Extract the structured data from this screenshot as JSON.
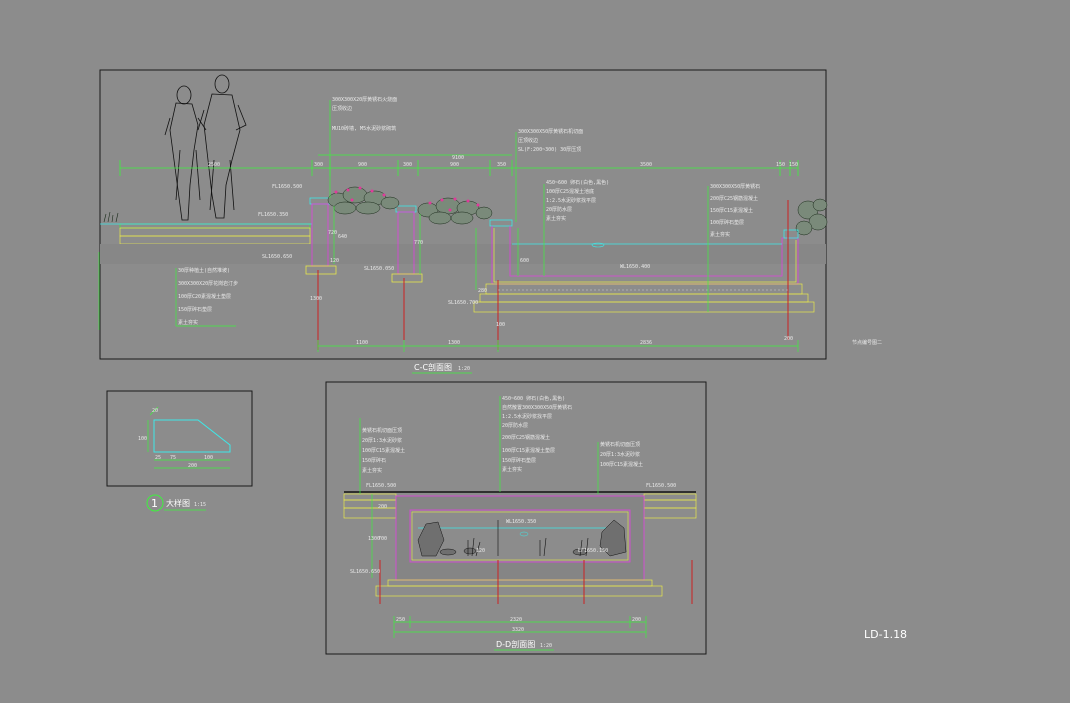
{
  "sheet_number": "LD-1.18",
  "section_cc": {
    "title": "C-C剖面图",
    "scale": "1:20",
    "side_note": "节点编号图二",
    "top_dims": [
      "2500",
      "300",
      "900",
      "300",
      "9100",
      "900",
      "350",
      "3500",
      "150",
      "150"
    ],
    "bottom_dims": [
      "1100",
      "1300",
      "2836",
      "200"
    ],
    "levels": {
      "fl_a": "FL1650.500",
      "fl_b": "FL1650.350",
      "sl_a": "SL1650.650",
      "sl_b": "SL1650.050",
      "wl": "WL1650.400",
      "sl_c": "SL1650.700"
    },
    "left_notes": [
      "30厚种植土(自然堆坡)",
      "300X300X20厚花岗岩汀步",
      "100厚C20素混凝土垫层",
      "150厚碎石垫层",
      "素土夯实"
    ],
    "top_notes": [
      "300X300X20厚黄锈石火烧面",
      "压顶收边",
      "MU10砖墙, M5水泥砂浆砌筑"
    ],
    "mid_notes": [
      "300X300X50厚黄锈石机切面",
      "压顶收边",
      "SL(F:200~300) 30厚压顶"
    ],
    "pool_notes": [
      "450~600 卵石(白色,黑色)",
      "100厚C25混凝土池底",
      "1:2.5水泥砂浆找平层",
      "20厚防水层",
      "素土夯实"
    ],
    "right_notes": [
      "300X300X50厚黄锈石",
      "200厚C25钢筋混凝土",
      "150厚C15素混凝土",
      "100厚碎石垫层",
      "素土夯实"
    ],
    "small_dims": [
      "720",
      "640",
      "770",
      "600",
      "280",
      "120",
      "100",
      "1300"
    ]
  },
  "detail": {
    "number": "1",
    "title": "大样图",
    "scale": "1:15",
    "dims": [
      "20",
      "100",
      "25",
      "75",
      "100",
      "200"
    ]
  },
  "section_dd": {
    "title": "D-D剖面图",
    "scale": "1:20",
    "levels": {
      "fl_left": "FL1650.500",
      "fl_right": "FL1650.500",
      "wl": "WL1650.350",
      "ef": "EF1650.150",
      "sl": "SL1650.650"
    },
    "top_notes": [
      "450~600 卵石(白色,黑色)",
      "自然散置300X300X50厚黄锈石",
      "1:2.5水泥砂浆找平层",
      "20厚防水层",
      "200厚C25钢筋混凝土",
      "100厚C15素混凝土垫层",
      "150厚碎石垫层",
      "素土夯实"
    ],
    "left_notes": [
      "黄锈石机切面压顶",
      "20厚1:3水泥砂浆",
      "100厚C15素混凝土",
      "150厚碎石",
      "素土夯实"
    ],
    "right_notes": [
      "黄锈石机切面压顶",
      "20厚1:3水泥砂浆",
      "100厚C15素混凝土"
    ],
    "side_dims": [
      "200",
      "700",
      "120",
      "1300"
    ],
    "bottom_dims": [
      "250",
      "2320",
      "200",
      "3320"
    ]
  }
}
